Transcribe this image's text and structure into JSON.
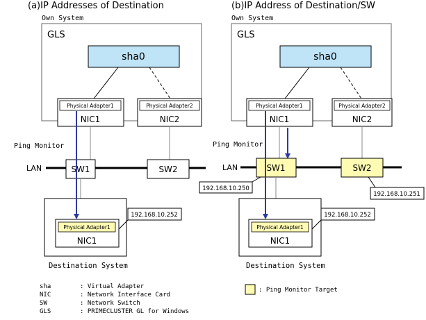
{
  "panel_a": {
    "title": "(a)IP Addresses of Destination",
    "own_system": "Own System",
    "gls": "GLS",
    "sha": "sha0",
    "adapter1": "Physical Adapter1",
    "adapter2": "Physical Adapter2",
    "nic1": "NIC1",
    "nic2": "NIC2",
    "ping_monitor": "Ping Monitor",
    "lan": "LAN",
    "sw1": "SW1",
    "sw2": "SW2",
    "dest_adapter": "Physical Adapter1",
    "dest_nic": "NIC1",
    "dest_ip": "192.168.10.252",
    "destination_system": "Destination System"
  },
  "panel_b": {
    "title": "(b)IP Address of Destination/SW",
    "own_system": "Own System",
    "gls": "GLS",
    "sha": "sha0",
    "adapter1": "Physical Adapter1",
    "adapter2": "Physical Adapter2",
    "nic1": "NIC1",
    "nic2": "NIC2",
    "ping_monitor": "Ping Monitor",
    "lan": "LAN",
    "sw1": "SW1",
    "sw2": "SW2",
    "sw1_ip": "192.168.10.250",
    "sw2_ip": "192.168.10.251",
    "dest_adapter": "Physical Adapter1",
    "dest_nic": "NIC1",
    "dest_ip": "192.168.10.252",
    "destination_system": "Destination System"
  },
  "legend": {
    "items": [
      {
        "term": "sha",
        "desc": ": Virtual Adapter"
      },
      {
        "term": "NIC",
        "desc": ": Network Interface Card"
      },
      {
        "term": "SW",
        "desc": ": Network Switch"
      },
      {
        "term": "GLS",
        "desc": ": PRIMECLUSTER GL for Windows"
      }
    ],
    "ping_target": ": Ping Monitor Target"
  },
  "colors": {
    "sha_fill": "#bfe3f7",
    "target_fill": "#fffbb3",
    "arrow": "#2e3a9c",
    "line": "#000000",
    "gray_line": "#888888"
  }
}
